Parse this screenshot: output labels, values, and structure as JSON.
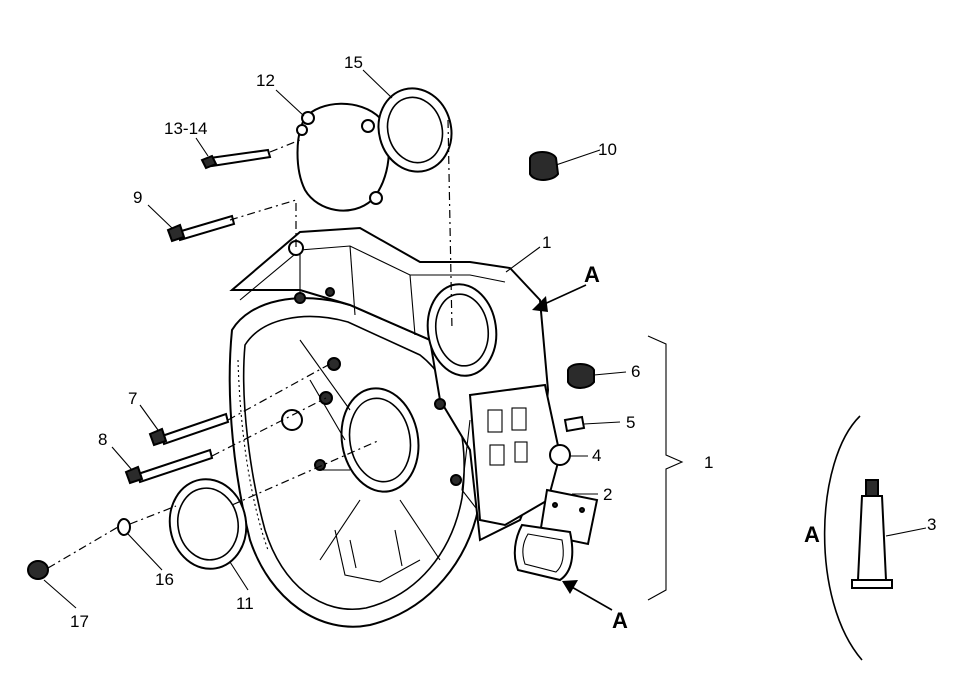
{
  "callouts": {
    "c1_housing": "1",
    "c1_kit": "1",
    "c2": "2",
    "c3": "3",
    "c4": "4",
    "c5": "5",
    "c6": "6",
    "c7": "7",
    "c8": "8",
    "c9": "9",
    "c10": "10",
    "c11": "11",
    "c12": "12",
    "c13_14": "13-14",
    "c15": "15",
    "c16": "16",
    "c17": "17"
  },
  "detail_markers": {
    "a_housing": "A",
    "a_gasket": "A",
    "a_tube": "A"
  }
}
